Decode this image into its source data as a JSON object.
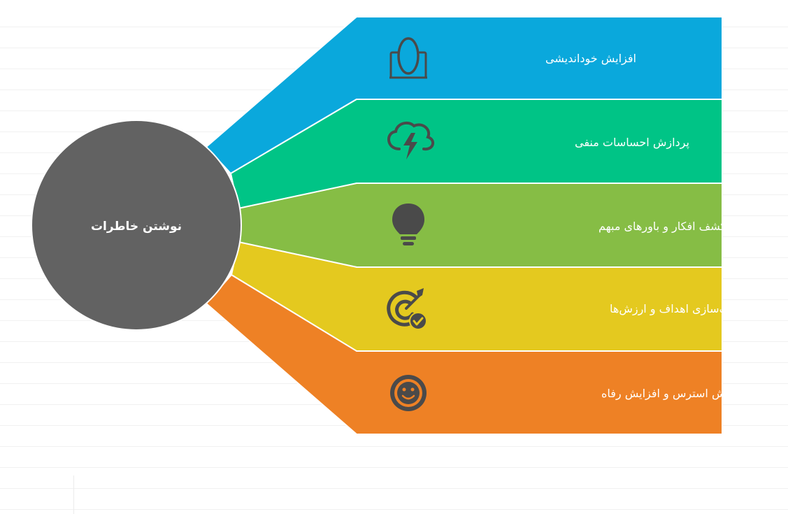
{
  "center": {
    "label": "نوشتن خاطرات",
    "color": "#626262"
  },
  "branches": [
    {
      "label": "افزایش خوداندیشی",
      "color": "#0aa8dc",
      "icon": "mirror-icon"
    },
    {
      "label": "پردازش احساسات منفی",
      "color": "#00c486",
      "icon": "storm-cloud-icon"
    },
    {
      "label": "کشف افکار و باورهای مبهم",
      "color": "#86bd45",
      "icon": "lightbulb-icon"
    },
    {
      "label": "شفاف‌سازی اهداف و ارزش‌ها",
      "color": "#e4c91f",
      "icon": "target-check-icon"
    },
    {
      "label": "کاهش استرس و افزایش رفاه",
      "color": "#ee8125",
      "icon": "smiley-icon"
    }
  ],
  "icon_color": "#4a4a4a"
}
